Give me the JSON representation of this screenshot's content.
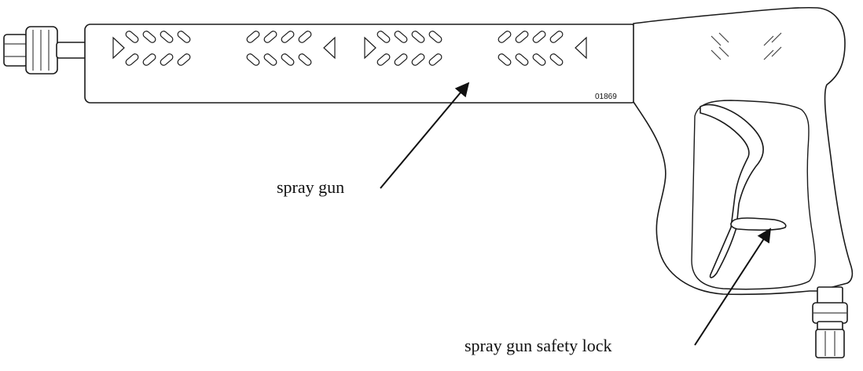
{
  "labels": {
    "spray_gun": "spray gun",
    "safety_lock": "spray gun safety lock",
    "part_number": "01869"
  }
}
